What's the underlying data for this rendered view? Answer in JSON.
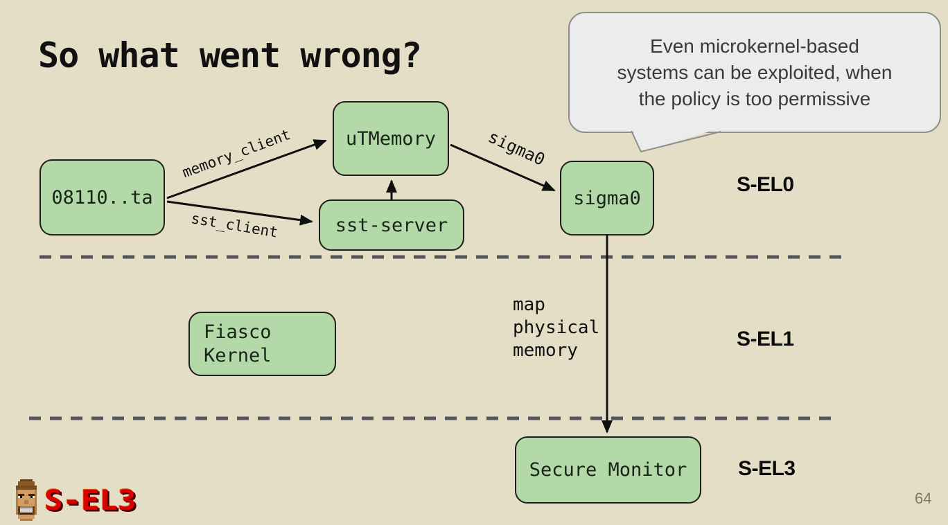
{
  "title": "So what went wrong?",
  "callout": {
    "text": "Even microkernel-based\nsystems can be exploited, when\nthe policy is too permissive"
  },
  "nodes": {
    "ta": "08110..ta",
    "utmemory": "uTMemory",
    "sst_server": "sst-server",
    "sigma0": "sigma0",
    "fiasco": "Fiasco\nKernel",
    "secure_monitor": "Secure Monitor"
  },
  "edges": {
    "memory_client": "memory_client",
    "sst_client": "sst_client",
    "sigma0": "sigma0",
    "map_physical_memory": "map\nphysical\nmemory"
  },
  "levels": {
    "el0": "S-EL0",
    "el1": "S-EL1",
    "el3": "S-EL3"
  },
  "footer": {
    "logo_icon": "doom-face-icon",
    "logo_text": "S-EL3",
    "page_number": "64"
  },
  "colors": {
    "background": "#e5dec7",
    "node_fill": "#b4d9a8",
    "node_border": "#1d1d1b",
    "callout_fill": "#ececec",
    "callout_border": "#8e8e8e",
    "dash_line": "#56565a",
    "arrow": "#101010",
    "logo_red": "#d80000"
  }
}
